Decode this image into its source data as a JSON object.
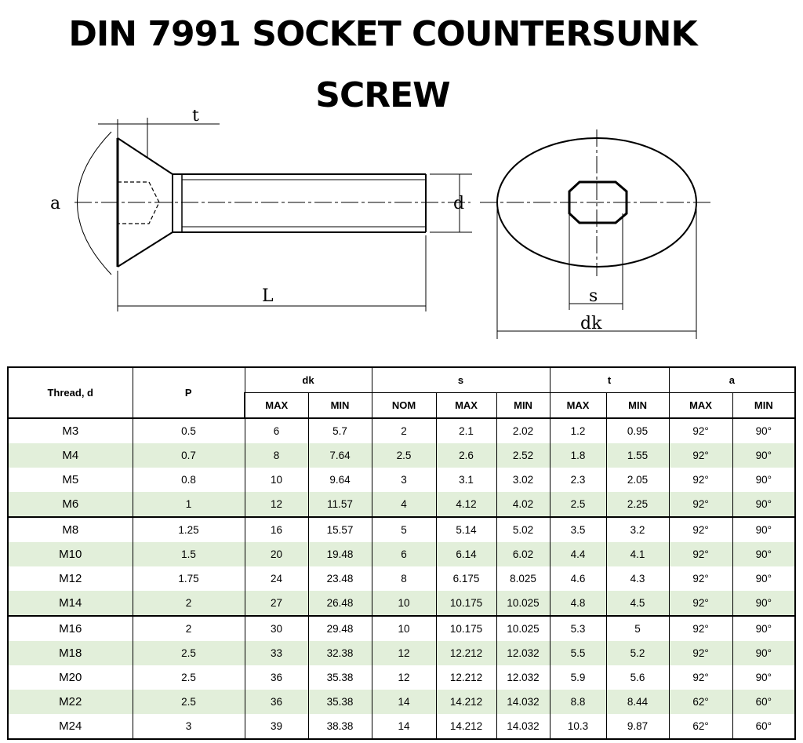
{
  "title_line1": "DIN 7991 SOCKET COUNTERSUNK",
  "title_line2": "SCREW",
  "drawing_labels": {
    "t": "t",
    "a": "a",
    "d": "d",
    "L": "L",
    "s": "s",
    "dk": "dk"
  },
  "table": {
    "headers": {
      "thread": "Thread, d",
      "p": "P",
      "dk": "dk",
      "s": "s",
      "t": "t",
      "a": "a"
    },
    "subheaders": [
      "MAX",
      "MIN",
      "NOM",
      "MAX",
      "MIN",
      "MAX",
      "MIN",
      "MAX",
      "MIN"
    ],
    "rows": [
      [
        "M3",
        "0.5",
        "6",
        "5.7",
        "2",
        "2.1",
        "2.02",
        "1.2",
        "0.95",
        "92°",
        "90°"
      ],
      [
        "M4",
        "0.7",
        "8",
        "7.64",
        "2.5",
        "2.6",
        "2.52",
        "1.8",
        "1.55",
        "92°",
        "90°"
      ],
      [
        "M5",
        "0.8",
        "10",
        "9.64",
        "3",
        "3.1",
        "3.02",
        "2.3",
        "2.05",
        "92°",
        "90°"
      ],
      [
        "M6",
        "1",
        "12",
        "11.57",
        "4",
        "4.12",
        "4.02",
        "2.5",
        "2.25",
        "92°",
        "90°"
      ],
      [
        "M8",
        "1.25",
        "16",
        "15.57",
        "5",
        "5.14",
        "5.02",
        "3.5",
        "3.2",
        "92°",
        "90°"
      ],
      [
        "M10",
        "1.5",
        "20",
        "19.48",
        "6",
        "6.14",
        "6.02",
        "4.4",
        "4.1",
        "92°",
        "90°"
      ],
      [
        "M12",
        "1.75",
        "24",
        "23.48",
        "8",
        "6.175",
        "8.025",
        "4.6",
        "4.3",
        "92°",
        "90°"
      ],
      [
        "M14",
        "2",
        "27",
        "26.48",
        "10",
        "10.175",
        "10.025",
        "4.8",
        "4.5",
        "92°",
        "90°"
      ],
      [
        "M16",
        "2",
        "30",
        "29.48",
        "10",
        "10.175",
        "10.025",
        "5.3",
        "5",
        "92°",
        "90°"
      ],
      [
        "M18",
        "2.5",
        "33",
        "32.38",
        "12",
        "12.212",
        "12.032",
        "5.5",
        "5.2",
        "92°",
        "90°"
      ],
      [
        "M20",
        "2.5",
        "36",
        "35.38",
        "12",
        "12.212",
        "12.032",
        "5.9",
        "5.6",
        "92°",
        "90°"
      ],
      [
        "M22",
        "2.5",
        "36",
        "35.38",
        "14",
        "14.212",
        "14.032",
        "8.8",
        "8.44",
        "62°",
        "60°"
      ],
      [
        "M24",
        "3",
        "39",
        "38.38",
        "14",
        "14.212",
        "14.032",
        "10.3",
        "9.87",
        "62°",
        "60°"
      ]
    ]
  }
}
